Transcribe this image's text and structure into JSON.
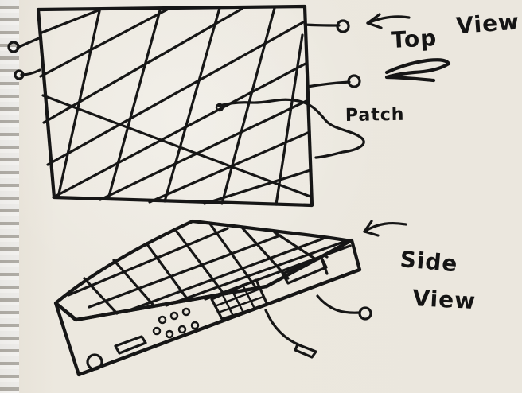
{
  "labels": {
    "top": "Top",
    "view_top": "View",
    "patch": "Patch",
    "side": "Side",
    "view_side": "View"
  },
  "icons": {
    "top_arrow": "arrow-left-icon",
    "side_arrow": "arrow-left-icon"
  }
}
